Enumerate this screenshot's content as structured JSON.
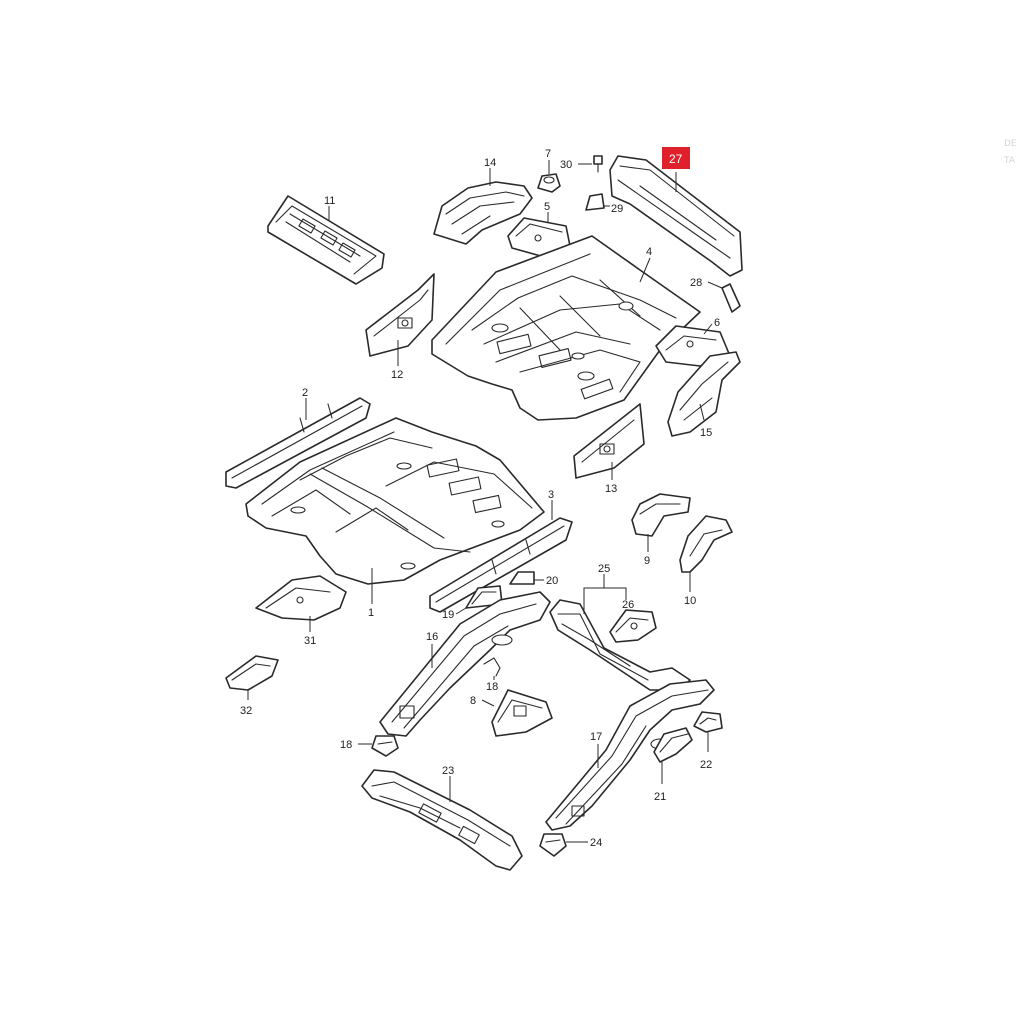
{
  "highlighted_part": {
    "label": "27",
    "color": "#e0202a"
  },
  "part_labels": [
    "1",
    "2",
    "3",
    "4",
    "5",
    "6",
    "7",
    "8",
    "9",
    "10",
    "11",
    "12",
    "13",
    "14",
    "15",
    "16",
    "17",
    "18",
    "18",
    "19",
    "20",
    "21",
    "22",
    "23",
    "24",
    "25",
    "26",
    "28",
    "29",
    "30",
    "31",
    "32"
  ],
  "edge_text": [
    "DE",
    "TA"
  ]
}
